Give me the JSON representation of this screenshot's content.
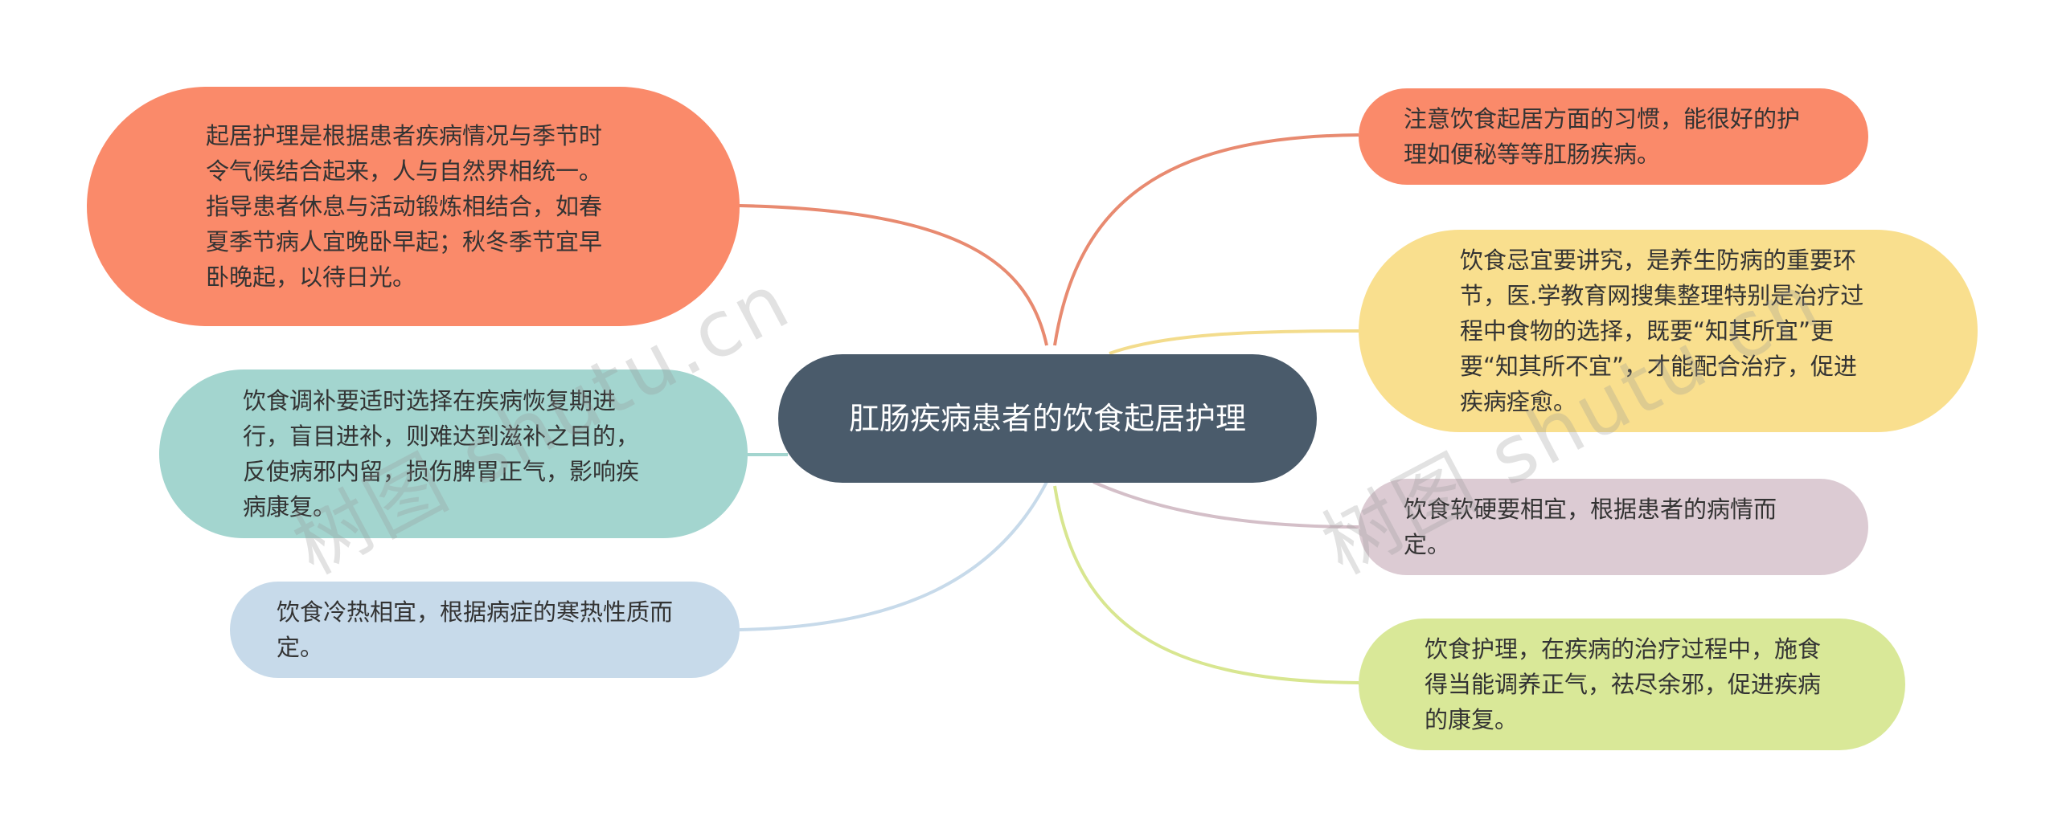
{
  "center": {
    "text": "肛肠疾病患者的饮食起居护理",
    "color": "#4a5b6b"
  },
  "branches": [
    {
      "id": "b1",
      "side": "left",
      "text": "起居护理是根据患者疾病情况与季节时令气候结合起来，人与自然界相统一。指导患者休息与活动锻炼相结合，如春夏季节病人宜晚卧早起；秋冬季节宜早卧晚起，以待日光。",
      "fill": "#fa8a6a",
      "line": "#e88a70"
    },
    {
      "id": "b2",
      "side": "left",
      "text": "饮食调补要适时选择在疾病恢复期进行，盲目进补，则难达到滋补之目的，反使病邪内留，损伤脾胃正气，影响疾病康复。",
      "fill": "#a3d5cf",
      "line": "#a3d5cf"
    },
    {
      "id": "b3",
      "side": "left",
      "text": "饮食冷热相宜，根据病症的寒热性质而定。",
      "fill": "#c7daea",
      "line": "#c7daea"
    },
    {
      "id": "b4",
      "side": "right",
      "text": "注意饮食起居方面的习惯，能很好的护理如便秘等等肛肠疾病。",
      "fill": "#fa8a6a",
      "line": "#e88a70"
    },
    {
      "id": "b5",
      "side": "right",
      "text": "饮食忌宜要讲究，是养生防病的重要环节，医.学教育网搜集整理特别是治疗过程中食物的选择，既要“知其所宜”更要“知其所不宜”，才能配合治疗，促进疾病痊愈。",
      "fill": "#f9df8e",
      "line": "#f3dc8c"
    },
    {
      "id": "b6",
      "side": "right",
      "text": "饮食软硬要相宜，根据患者的病情而定。",
      "fill": "#dccbd3",
      "line": "#d4bfc8"
    },
    {
      "id": "b7",
      "side": "right",
      "text": "饮食护理，在疾病的治疗过程中，施食得当能调养正气，祛尽余邪，促进疾病的康复。",
      "fill": "#d9e898",
      "line": "#d8e690"
    }
  ],
  "watermark": "树图 shutu.cn"
}
